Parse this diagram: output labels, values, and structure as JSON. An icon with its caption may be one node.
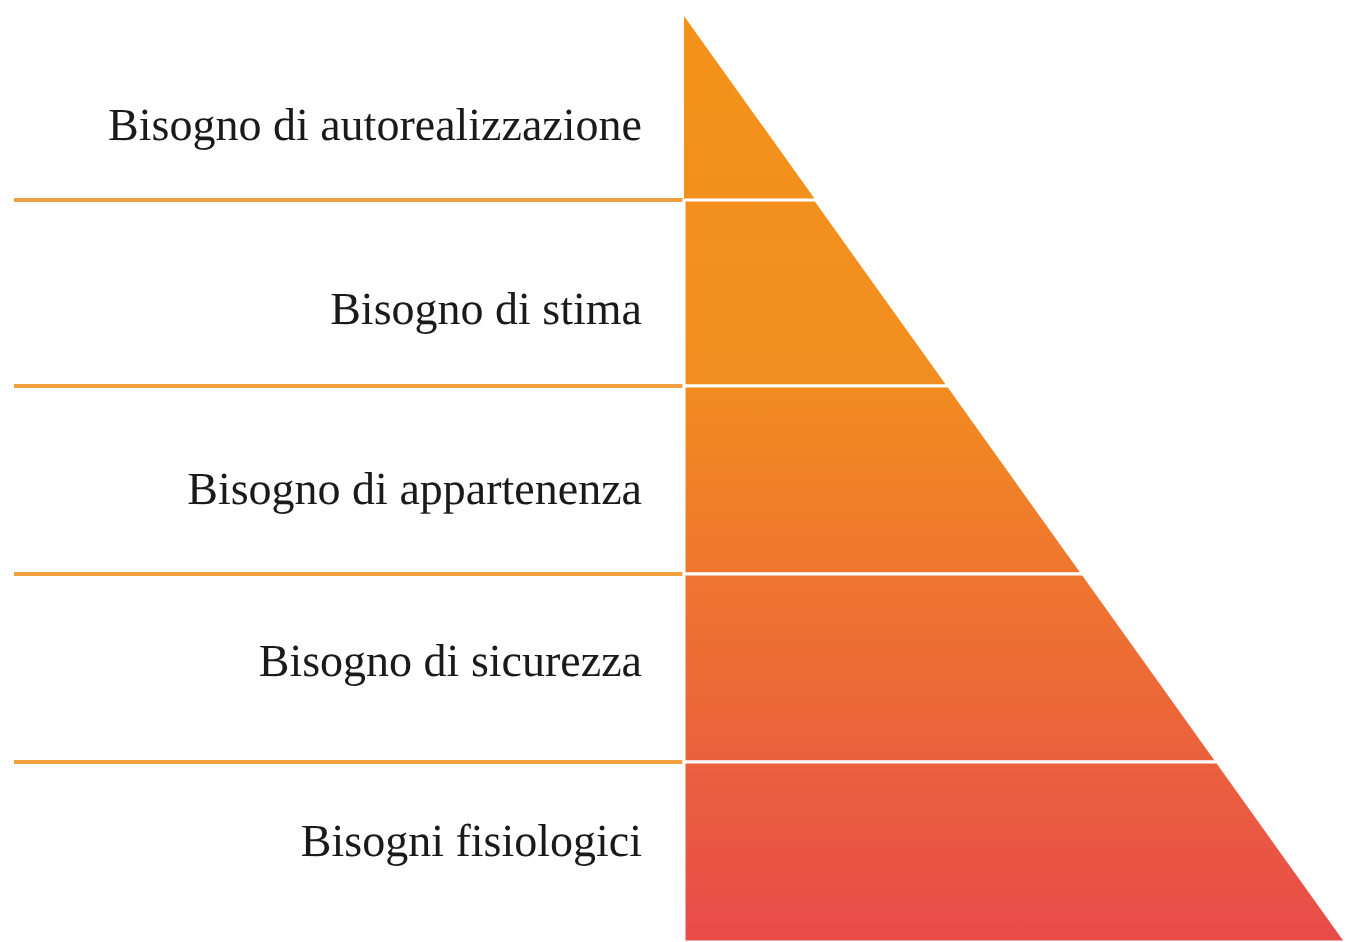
{
  "diagram": {
    "nodes": [
      {
        "text": [
          "Bisogno di autorealizzazione"
        ]
      },
      {
        "text": [
          "Bisogno di stima"
        ]
      },
      {
        "text": [
          "Bisogno di appartenenza"
        ]
      },
      {
        "text": [
          "Bisogno di sicurezza"
        ]
      },
      {
        "text": [
          "Bisogni fisiologici"
        ]
      }
    ]
  }
}
